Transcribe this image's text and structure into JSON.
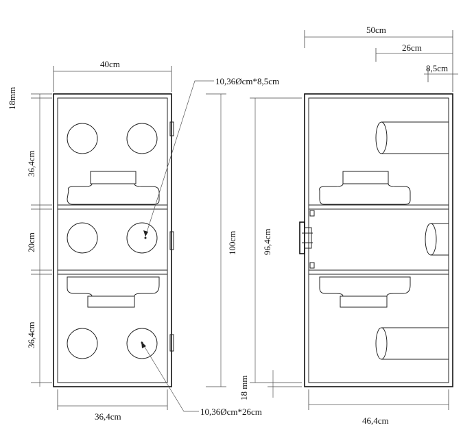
{
  "labels": {
    "front_width": "40cm",
    "front_inner_width": "36,4cm",
    "top_thickness": "18mm",
    "top_chamber": "36,4cm",
    "middle_chamber": "20cm",
    "bottom_chamber": "36,4cm",
    "total_height": "100cm",
    "inner_height": "96,4cm",
    "bottom_thickness": "18 mm",
    "port_top": "10,36Øcm*8,5cm",
    "port_bottom": "10,36Øcm*26cm",
    "side_depth": "50cm",
    "side_port_long": "26cm",
    "side_port_short": "8,5cm",
    "side_inner_depth": "46,4cm"
  },
  "colors": {
    "line": "#222222",
    "background": "#ffffff"
  }
}
